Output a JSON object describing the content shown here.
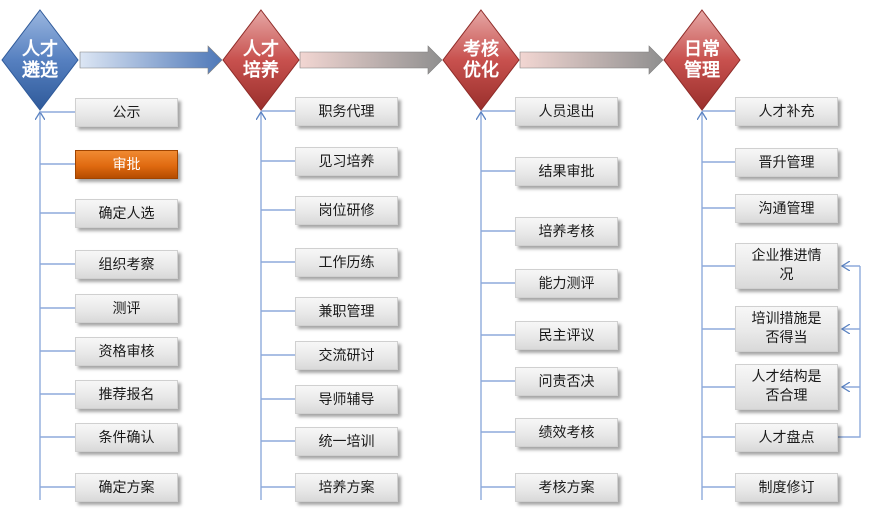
{
  "stages": [
    {
      "title": "人才\n遴选",
      "color": "#4e7fbf",
      "items": [
        "公示",
        "审批",
        "确定人选",
        "组织考察",
        "测评",
        "资格审核",
        "推荐报名",
        "条件确认",
        "确定方案"
      ],
      "highlighted_item": "审批"
    },
    {
      "title": "人才\n培养",
      "color": "#c0504d",
      "items": [
        "职务代理",
        "见习培养",
        "岗位研修",
        "工作历练",
        "兼职管理",
        "交流研讨",
        "导师辅导",
        "统一培训",
        "培养方案"
      ]
    },
    {
      "title": "考核\n优化",
      "color": "#c0504d",
      "items": [
        "人员退出",
        "结果审批",
        "培养考核",
        "能力测评",
        "民主评议",
        "问责否决",
        "绩效考核",
        "考核方案"
      ]
    },
    {
      "title": "日常\n管理",
      "color": "#c0504d",
      "items": [
        "人才补充",
        "晋升管理",
        "沟通管理",
        "企业推进情\n况",
        "培训措施是\n否得当",
        "人才结构是\n否合理",
        "人才盘点",
        "制度修订"
      ]
    }
  ],
  "colors": {
    "connector_line": "#8eaadb",
    "arrow_blue": "#5b83c2",
    "arrow_red_start": "#c0504d",
    "arrow_gray_end": "#9c9c9c",
    "highlight": "#e36c0a"
  }
}
